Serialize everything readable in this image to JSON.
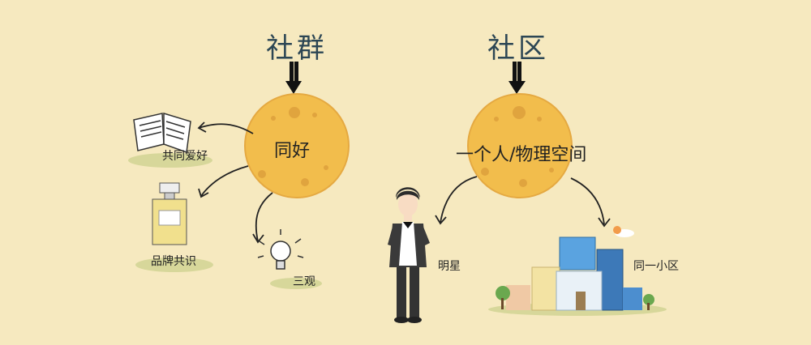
{
  "left": {
    "title": "社群",
    "moon_text": "同好",
    "items": [
      "共同爱好",
      "品牌共识",
      "三观"
    ]
  },
  "right": {
    "title": "社区",
    "moon_text": "一个人/物理空间",
    "items": [
      "明星",
      "同一小区"
    ]
  },
  "colors": {
    "background": "#f6e9bf",
    "moon": "#f2bd4c",
    "crater": "#e0a43e",
    "ground": "#d7d79a",
    "title_text": "#2c4654"
  },
  "icons": [
    "book-icon",
    "perfume-bottle-icon",
    "lightbulb-icon",
    "star-person-illustration",
    "buildings-illustration"
  ]
}
